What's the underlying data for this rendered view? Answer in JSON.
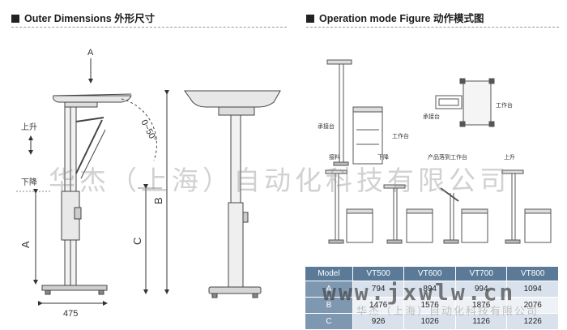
{
  "left_section": {
    "title": "Outer Dimensions 外形尺寸"
  },
  "right_section": {
    "title": "Operation mode Figure 动作模式图"
  },
  "dimension_labels": {
    "arrow_a": "A",
    "up": "上升",
    "down": "下降",
    "dim_a": "A",
    "dim_b": "B",
    "dim_c": "C",
    "width": "475",
    "tilt": "0~50°"
  },
  "operation_labels": {
    "receiving_table": "承接台",
    "work_table": "工作台",
    "receiving_table_top": "承接台",
    "work_table_top": "工作台",
    "step1": "接料",
    "step2": "下降",
    "step3": "产品落到工作台",
    "step4": "上升"
  },
  "spec_table": {
    "header": [
      "Model",
      "VT500",
      "VT600",
      "VT700",
      "VT800"
    ],
    "rows": [
      [
        "A",
        "794",
        "894",
        "994",
        "1094"
      ],
      [
        "B",
        "1476",
        "1576",
        "1876",
        "2076"
      ],
      [
        "C",
        "926",
        "1026",
        "1126",
        "1226"
      ]
    ]
  },
  "watermarks": {
    "company": "华杰（上海）自动化科技有限公司",
    "site": "www.jxwlw.cn",
    "site_small": "华杰（上海）自动化科技有限公司"
  }
}
